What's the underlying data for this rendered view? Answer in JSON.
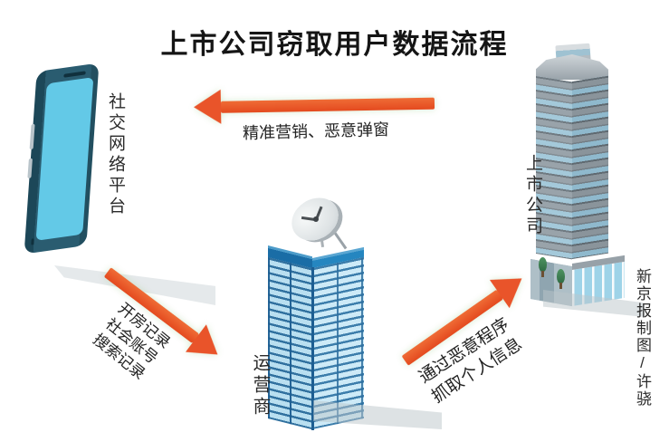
{
  "title": "上市公司窃取用户数据流程",
  "credit": "新京报制图/许骁",
  "nodes": {
    "phone": {
      "label": "社交网络平台"
    },
    "operator": {
      "label": "运营商"
    },
    "listed_company": {
      "label": "上市公司"
    }
  },
  "flows": {
    "marketing": {
      "label": "精准营销、恶意弹窗",
      "from": "listed_company",
      "to": "phone",
      "direction": "left"
    },
    "records": {
      "lines": [
        "开房记录",
        "社会账号",
        "搜索记录"
      ],
      "from": "phone",
      "to": "operator",
      "direction": "down-right"
    },
    "malware": {
      "lines": [
        "通过恶意程序",
        "抓取个人信息"
      ],
      "from": "operator",
      "to": "listed_company",
      "direction": "up-right"
    }
  },
  "colors": {
    "arrow": "#e9542a",
    "phone_body": "#2a5c70",
    "phone_screen": "#63c9e7",
    "operator_face": "#b9dff0",
    "operator_slat": "#31719f",
    "company_blue": "#a4c9da",
    "company_gray": "#99a3aa",
    "title_text": "#151515"
  }
}
